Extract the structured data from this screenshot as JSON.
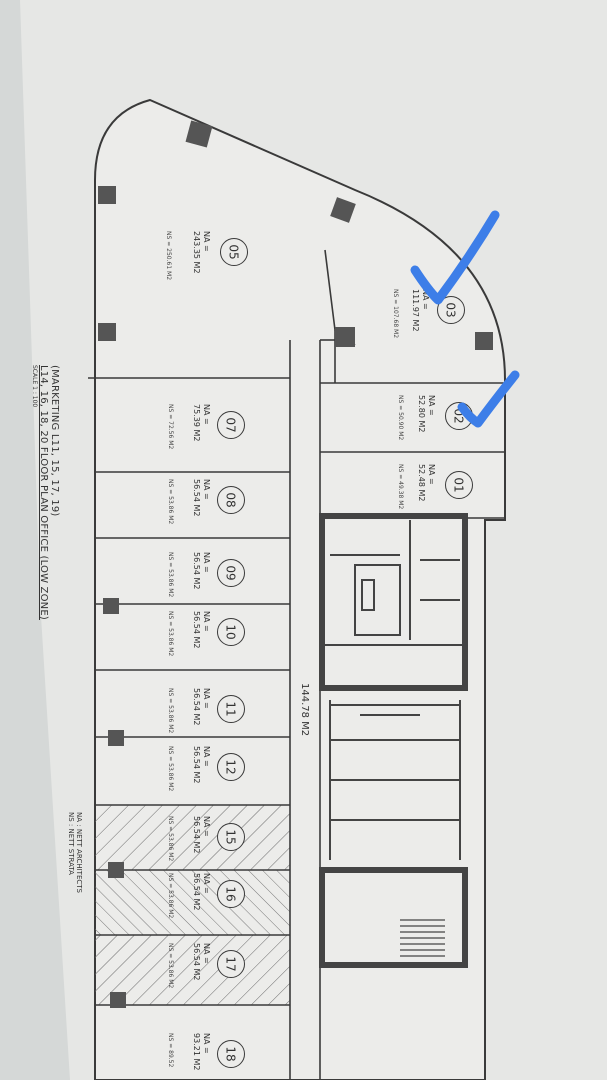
{
  "title": {
    "line1": "(MARKETING L11, 15, 17, 19)",
    "line2": "L14, 16, 18, 20 FLOOR PLAN OFFICE (LOW ZONE)",
    "scale": "SCALE 1 : 100"
  },
  "legend": {
    "na": "NA : NETT ARCHITECTS",
    "ns": "NS : NETT STRATA"
  },
  "corridor_area": "144.78 M2",
  "units": [
    {
      "num": "05",
      "na_label": "NA =",
      "na_value": "243.35 M2",
      "ns": "NS = 250.61 M2"
    },
    {
      "num": "03",
      "na_label": "NA =",
      "na_value": "111.97 M2",
      "ns": "NS = 107.68 M2"
    },
    {
      "num": "02",
      "na_label": "NA =",
      "na_value": "52.80 M2",
      "ns": "NS = 50.90 M2"
    },
    {
      "num": "01",
      "na_label": "NA =",
      "na_value": "52.48 M2",
      "ns": "NS = 49.38 M2"
    },
    {
      "num": "07",
      "na_label": "NA =",
      "na_value": "75.39 M2",
      "ns": "NS = 72.56 M2"
    },
    {
      "num": "08",
      "na_label": "NA =",
      "na_value": "56.54 M2",
      "ns": "NS = 53.86 M2"
    },
    {
      "num": "09",
      "na_label": "NA =",
      "na_value": "56.54 M2",
      "ns": "NS = 53.86 M2"
    },
    {
      "num": "10",
      "na_label": "NA =",
      "na_value": "56.54 M2",
      "ns": "NS = 53.86 M2"
    },
    {
      "num": "11",
      "na_label": "NA =",
      "na_value": "56.54 M2",
      "ns": "NS = 53.86 M2"
    },
    {
      "num": "12",
      "na_label": "NA =",
      "na_value": "56.54 M2",
      "ns": "NS = 53.86 M2"
    },
    {
      "num": "15",
      "na_label": "NA =",
      "na_value": "56.54 M2",
      "ns": "NS = 53.86 M2"
    },
    {
      "num": "16",
      "na_label": "NA =",
      "na_value": "56.54 M2",
      "ns": "NS = 53.86 M2"
    },
    {
      "num": "17",
      "na_label": "NA =",
      "na_value": "56.54 M2",
      "ns": "NS = 53.86 M2"
    },
    {
      "num": "18",
      "na_label": "NA =",
      "na_value": "93.21 M2",
      "ns": "NS = 89.52"
    }
  ],
  "colors": {
    "paper": "#e4e5e3",
    "ink": "#3a3a3a",
    "wall": "#4a4a4a",
    "column": "#555555",
    "checkmark": "#3d7ee8"
  }
}
